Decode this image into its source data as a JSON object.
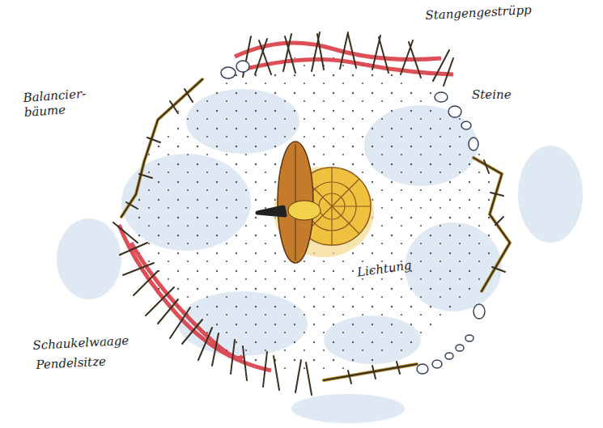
{
  "diagram": {
    "labels": [
      "Stangengestrüpp",
      "Steine",
      "Balancier- bäume",
      "Lichtung",
      "Schaukelwaage",
      "Pendelsitze"
    ]
  }
}
